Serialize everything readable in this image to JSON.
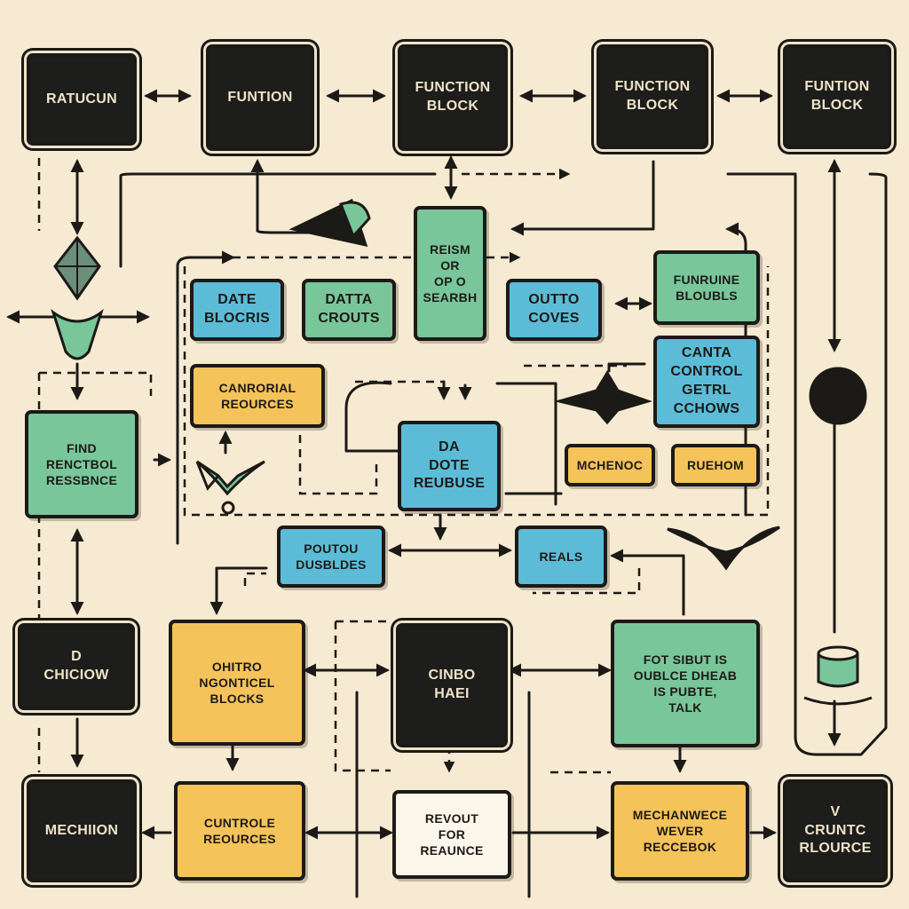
{
  "colors": {
    "background": "#f6ead2",
    "ink": "#1c1a17",
    "dark_block": "#1d1d1b",
    "green_block": "#79c69a",
    "blue_block": "#5cbcd8",
    "yellow_block": "#f4c35a",
    "white_block": "#fbf6ea"
  },
  "blocks": {
    "ratucun": "RATUCUN",
    "funtion": "FUNTION",
    "function_block_1": "FUNCTION\nBLOCK",
    "function_block_2": "FUNCTION\nBLOCK",
    "function_block_3": "FUNTION\nBLOCK",
    "date_blocris": "DATE\nBLOCRIS",
    "data_crouts": "DATTA\nCROUTS",
    "reism_search": "REISM\nOR\nOP O\nSEARBH",
    "outto_coves": "OUTTO\nCOVES",
    "funruine_bloubls": "FUNRUINE\nBLOUBLS",
    "canrorial_resources": "CANRORIAL\nREOURCES",
    "canta_control": "CANTA\nCONTROL\nGETRL\nCCHOWS",
    "mchenoc": "MCHENOC",
    "ruehom": "RUEHOM",
    "find_renctbol": "FIND\nRENCTBOL\nRESSBNCE",
    "da_dote_reubuse": "DA\nDOTE\nREUBUSE",
    "poutou_dusbldes": "POUTOU\nDUSBLDES",
    "reals": "REALS",
    "chiciow": "D\nCHICIOW",
    "ohitro_blocks": "OHITRO\nNGONTICEL\nBLOCKS",
    "cinbo_haei": "CINBO\nHAEI",
    "fot_sibut_talk": "FOT SIBUT IS\nOUBLCE DHEAB\nIS PUBTE,\nTALK",
    "mechiion": "MECHIION",
    "cuntrole_reources": "CUNTROLE\nREOURCES",
    "revout_reaunce": "REVOUT\nFOR\nREAUNCE",
    "mechanwece": "MECHANWECE\nWEVER\nRECCEBOK",
    "cruntc_rlource": "V\nCRUNTC\nRLOURCE"
  }
}
